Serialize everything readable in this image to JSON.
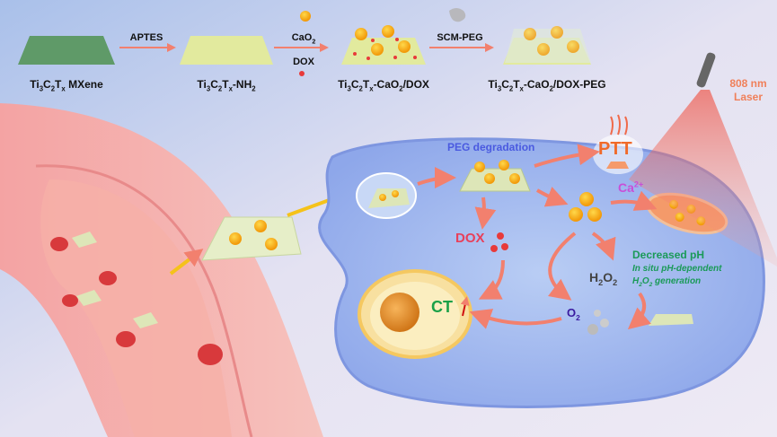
{
  "synthesis": {
    "materials": [
      {
        "label": [
          {
            "t": "Ti"
          },
          {
            "t": "3",
            "sub": true
          },
          {
            "t": "C"
          },
          {
            "t": "2",
            "sub": true
          },
          {
            "t": "T"
          },
          {
            "t": "x",
            "sub": true
          },
          {
            "t": " MXene"
          }
        ]
      },
      {
        "label": [
          {
            "t": "Ti"
          },
          {
            "t": "3",
            "sub": true
          },
          {
            "t": "C"
          },
          {
            "t": "2",
            "sub": true
          },
          {
            "t": "T"
          },
          {
            "t": "x",
            "sub": true
          },
          {
            "t": "-NH"
          },
          {
            "t": "2",
            "sub": true
          }
        ]
      },
      {
        "label": [
          {
            "t": "Ti"
          },
          {
            "t": "3",
            "sub": true
          },
          {
            "t": "C"
          },
          {
            "t": "2",
            "sub": true
          },
          {
            "t": "T"
          },
          {
            "t": "x",
            "sub": true
          },
          {
            "t": "-CaO"
          },
          {
            "t": "2",
            "sub": true
          },
          {
            "t": "/DOX"
          }
        ]
      },
      {
        "label": [
          {
            "t": "Ti"
          },
          {
            "t": "3",
            "sub": true
          },
          {
            "t": "C"
          },
          {
            "t": "2",
            "sub": true
          },
          {
            "t": "T"
          },
          {
            "t": "x",
            "sub": true
          },
          {
            "t": "-CaO"
          },
          {
            "t": "2",
            "sub": true
          },
          {
            "t": "/DOX-PEG"
          }
        ]
      }
    ],
    "step1": "APTES",
    "step2_top": [
      {
        "t": "CaO"
      },
      {
        "t": "2",
        "sub": true
      }
    ],
    "step2_bottom": "DOX",
    "step3": "SCM-PEG"
  },
  "laser": {
    "line1": "808 nm",
    "line2": "Laser"
  },
  "cell": {
    "peg_degradation": "PEG degradation",
    "ptt": "PTT",
    "ca": [
      {
        "t": "Ca"
      },
      {
        "t": "2+",
        "sup": true
      }
    ],
    "dox": "DOX",
    "ct": "CT",
    "decreased_ph": "Decreased pH",
    "h2o2": [
      {
        "t": "H"
      },
      {
        "t": "2",
        "sub": true
      },
      {
        "t": "O"
      },
      {
        "t": "2",
        "sub": true
      }
    ],
    "in_situ_1": "In situ pH-dependent",
    "in_situ_2": [
      {
        "t": "H"
      },
      {
        "t": "2",
        "sub": true
      },
      {
        "t": "O"
      },
      {
        "t": "2",
        "sub": true
      },
      {
        "t": " generation"
      }
    ],
    "o2": [
      {
        "t": "O"
      },
      {
        "t": "2",
        "sub": true
      }
    ]
  },
  "colors": {
    "arrow": "#f2806e",
    "peg": "#4a5ae0",
    "ptt": "#f06a2a",
    "ca": "#c84fd8",
    "dox": "#e8405a",
    "ct": "#1aa048",
    "ph": "#1a9a58",
    "o2": "#3a1aa0",
    "laser": "#f0805a"
  }
}
